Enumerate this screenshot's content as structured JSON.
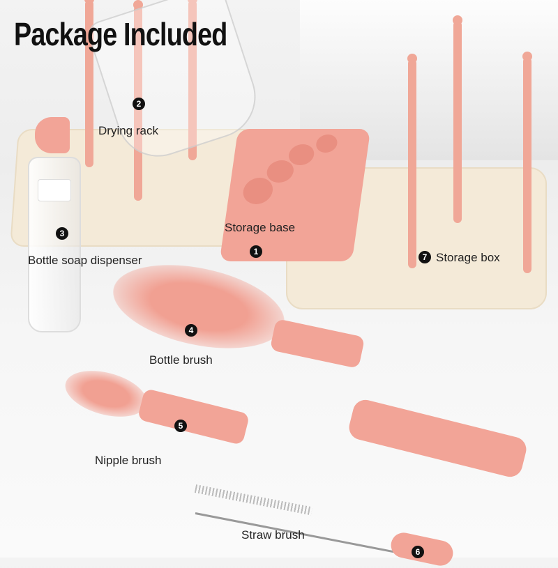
{
  "title": "Package Included",
  "items": [
    {
      "number": "1",
      "label": "Storage base"
    },
    {
      "number": "2",
      "label": "Drying rack"
    },
    {
      "number": "3",
      "label": "Bottle soap dispenser"
    },
    {
      "number": "4",
      "label": "Bottle brush"
    },
    {
      "number": "5",
      "label": "Nipple brush"
    },
    {
      "number": "6",
      "label": "Straw brush"
    },
    {
      "number": "7",
      "label": "Storage box"
    }
  ],
  "colors": {
    "product_pink": "#f2a497",
    "tray_cream": "#f4ead8"
  }
}
